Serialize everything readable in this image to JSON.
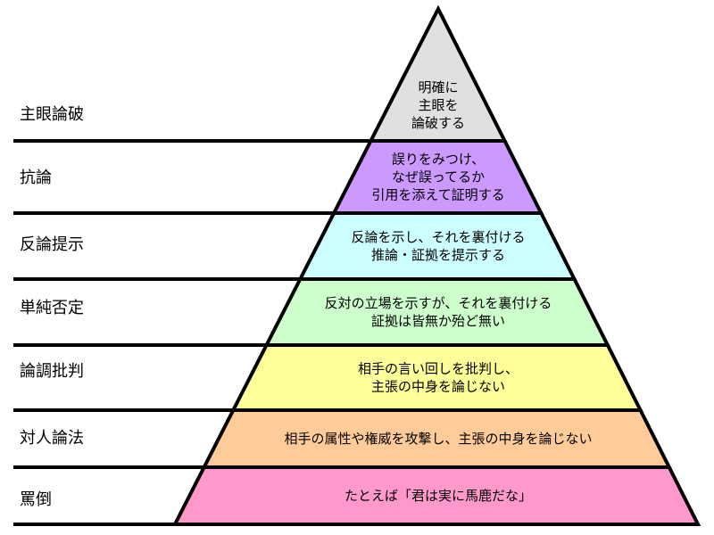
{
  "levels": [
    {
      "label": "主眼論破",
      "lines": [
        "明確に",
        "主眼を",
        "論破する"
      ],
      "color": "#e0e0e0"
    },
    {
      "label": "抗論",
      "lines": [
        "誤りをみつけ、",
        "なぜ誤ってるか",
        "引用を添えて証明する"
      ],
      "color": "#cc99ff"
    },
    {
      "label": "反論提示",
      "lines": [
        "反論を示し、それを裏付ける",
        "推論・証拠を提示する"
      ],
      "color": "#ccffff"
    },
    {
      "label": "単純否定",
      "lines": [
        "反対の立場を示すが、それを裏付ける",
        "証拠は皆無か殆ど無い"
      ],
      "color": "#ccffcc"
    },
    {
      "label": "論調批判",
      "lines": [
        "相手の言い回しを批判し、",
        "主張の中身を論じない"
      ],
      "color": "#ffff99"
    },
    {
      "label": "対人論法",
      "lines": [
        "相手の属性や権威を攻撃し、主張の中身を論じない"
      ],
      "color": "#ffcc99"
    },
    {
      "label": "罵倒",
      "lines": [
        "たとえば「君は実に馬鹿だな」"
      ],
      "color": "#ff99cc"
    }
  ]
}
